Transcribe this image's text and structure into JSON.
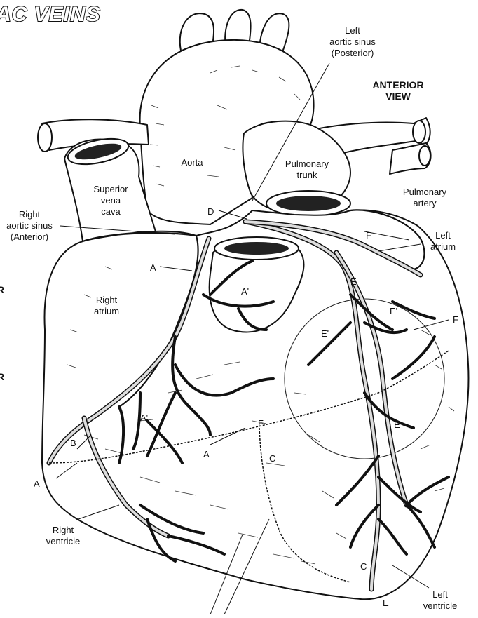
{
  "title": "AC VEINS",
  "view_label": "ANTERIOR VIEW",
  "labels": {
    "left_aortic_sinus": [
      "Left",
      "aortic sinus",
      "(Posterior)"
    ],
    "aorta": "Aorta",
    "pulmonary_trunk": [
      "Pulmonary",
      "trunk"
    ],
    "pulmonary_artery": [
      "Pulmonary",
      "artery"
    ],
    "superior_vena_cava": [
      "Superior",
      "vena",
      "cava"
    ],
    "right_aortic_sinus": [
      "Right",
      "aortic sinus",
      "(Anterior)"
    ],
    "left_atrium": [
      "Left",
      "atrium"
    ],
    "right_atrium": [
      "Right",
      "atrium"
    ],
    "right_ventricle": [
      "Right",
      "ventricle"
    ],
    "left_ventricle": [
      "Left",
      "ventricle"
    ]
  },
  "letters": {
    "A": "A",
    "A_prime": "A'",
    "B": "B",
    "C": "C",
    "D": "D",
    "E": "E",
    "E_prime": "E'",
    "F": "F"
  },
  "side_marks": [
    "R",
    "R"
  ]
}
